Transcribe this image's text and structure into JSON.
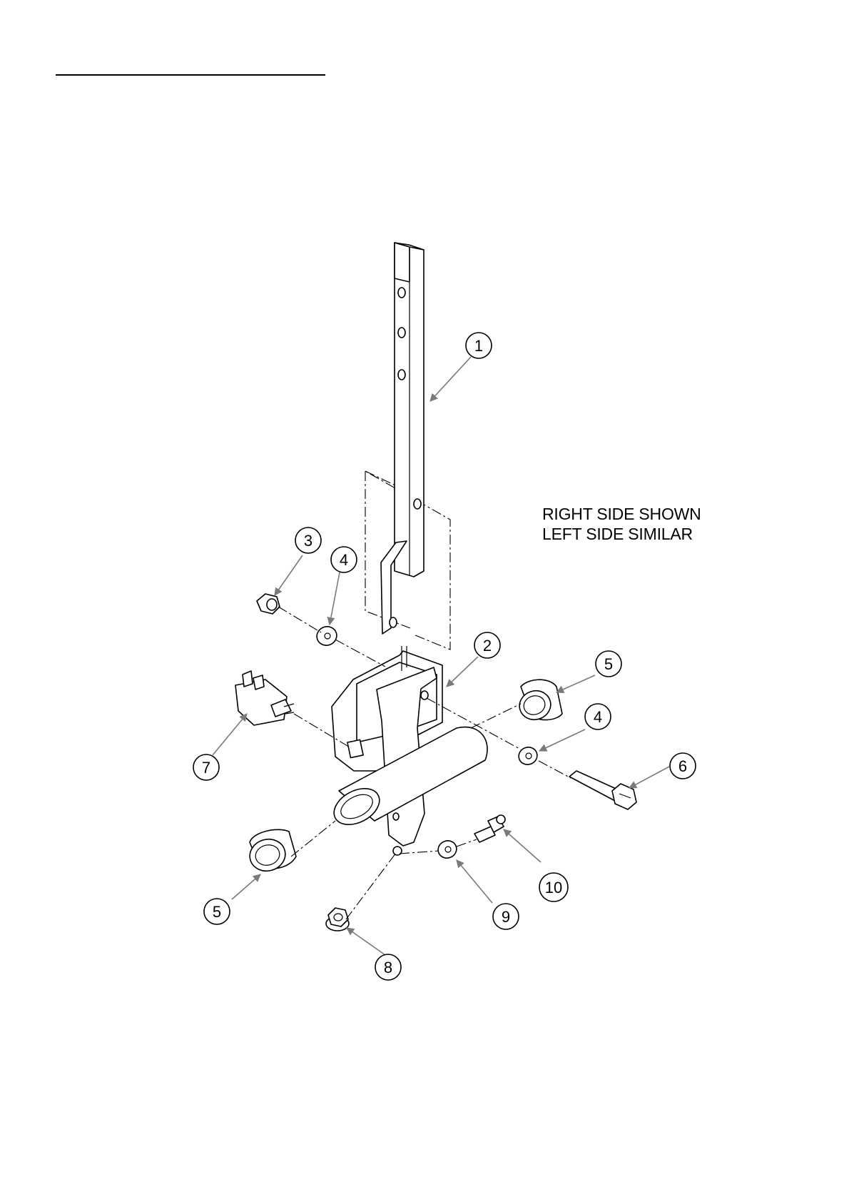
{
  "notes": {
    "line1": "RIGHT SIDE SHOWN",
    "line2": "LEFT SIDE SIMILAR"
  },
  "callouts": [
    {
      "id": "1",
      "label": "1"
    },
    {
      "id": "2",
      "label": "2"
    },
    {
      "id": "3",
      "label": "3"
    },
    {
      "id": "4a",
      "label": "4"
    },
    {
      "id": "4b",
      "label": "4"
    },
    {
      "id": "5a",
      "label": "5"
    },
    {
      "id": "5b",
      "label": "5"
    },
    {
      "id": "6",
      "label": "6"
    },
    {
      "id": "7",
      "label": "7"
    },
    {
      "id": "8",
      "label": "8"
    },
    {
      "id": "9",
      "label": "9"
    },
    {
      "id": "10",
      "label": "10"
    }
  ],
  "colors": {
    "line": "#000000",
    "leader": "#7a7a7a",
    "background": "#ffffff"
  }
}
